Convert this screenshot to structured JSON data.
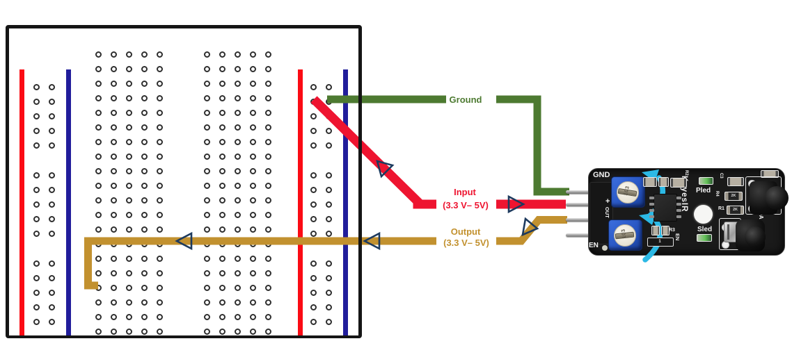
{
  "diagram": {
    "ground_label": "Ground",
    "input_label": "Input",
    "input_voltage": "(3.3 V– 5V)",
    "output_label": "Output",
    "output_voltage": "(3.3 V– 5V)"
  },
  "colors": {
    "ground_wire": "#4d7a31",
    "input_wire": "#ee1430",
    "output_wire": "#c2912f",
    "arrow_outline": "#1d3a5e",
    "rail_positive": "#fb0b14",
    "rail_negative": "#211d9b",
    "trimpot_arrow": "#2cb9e5"
  },
  "sensor": {
    "pin_labels": {
      "gnd": "GND",
      "plus": "+",
      "out": "OUT",
      "en": "EN"
    },
    "silkscreen": {
      "brand": "KeyesIR",
      "pled": "Pled",
      "sled": "Sled",
      "r1": "R1",
      "r2": "R2",
      "r3": "R3",
      "r4": "R4",
      "c3": "C3",
      "en_side": "EN",
      "en_corner": "EN",
      "da": "DA",
      "trimpot_value": "103",
      "resistor_marking": "2K",
      "jumper_marking": "1"
    }
  }
}
